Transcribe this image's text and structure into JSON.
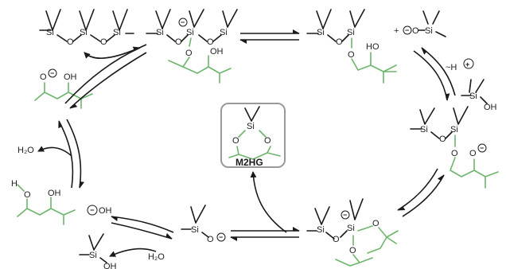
{
  "labels": {
    "si": "Si",
    "o": "O",
    "h": "H",
    "oh": "OH",
    "ho": "HO",
    "h2o": "H₂O",
    "h2o_bottom": "H₂O",
    "minus_h": "~H",
    "plus_sign": "+",
    "minus": "−",
    "plus": "+"
  },
  "product": {
    "title": "M2HG"
  },
  "colors": {
    "black": "#1a1a1a",
    "green": "#6db56d",
    "box_border": "#9a9a9a"
  }
}
